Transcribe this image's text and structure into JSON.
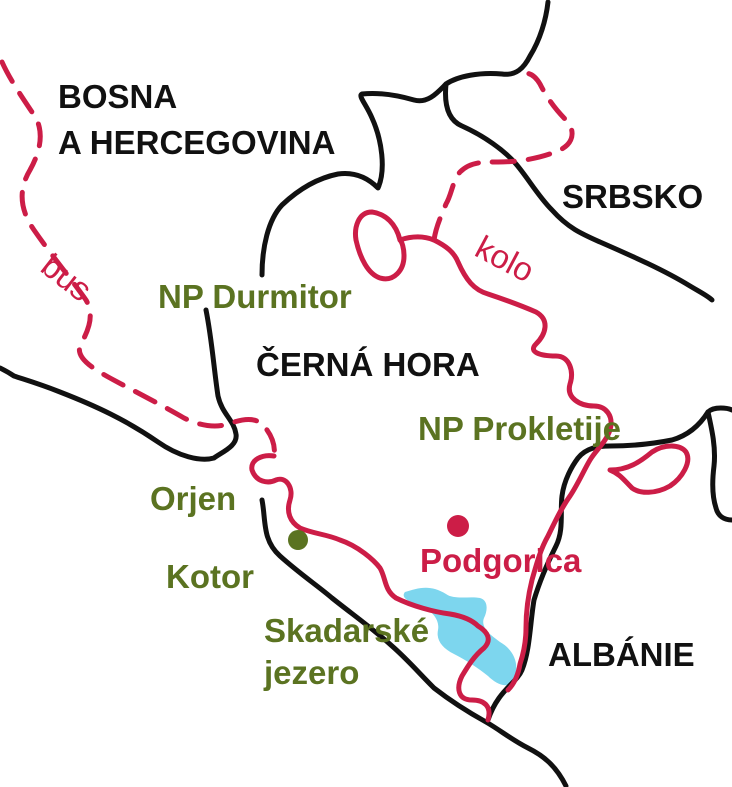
{
  "colors": {
    "border": "#111111",
    "route": "#cc1d47",
    "lake": "#7dd6ee",
    "green_label": "#5b7321",
    "capital": "#cc1d47",
    "background": "#ffffff"
  },
  "countries": {
    "bih_line1": "BOSNA",
    "bih_line2": "A HERCEGOVINA",
    "serbia": "SRBSKO",
    "montenegro": "ČERNÁ HORA",
    "albania": "ALBÁNIE"
  },
  "places": {
    "durmitor": "NP Durmitor",
    "prokletije": "NP Prokletije",
    "orjen": "Orjen",
    "kotor": "Kotor",
    "skadar_line1": "Skadarské",
    "skadar_line2": "jezero"
  },
  "cities": {
    "podgorica": "Podgorica"
  },
  "routes": {
    "bus": "bus",
    "bike": "kolo"
  }
}
